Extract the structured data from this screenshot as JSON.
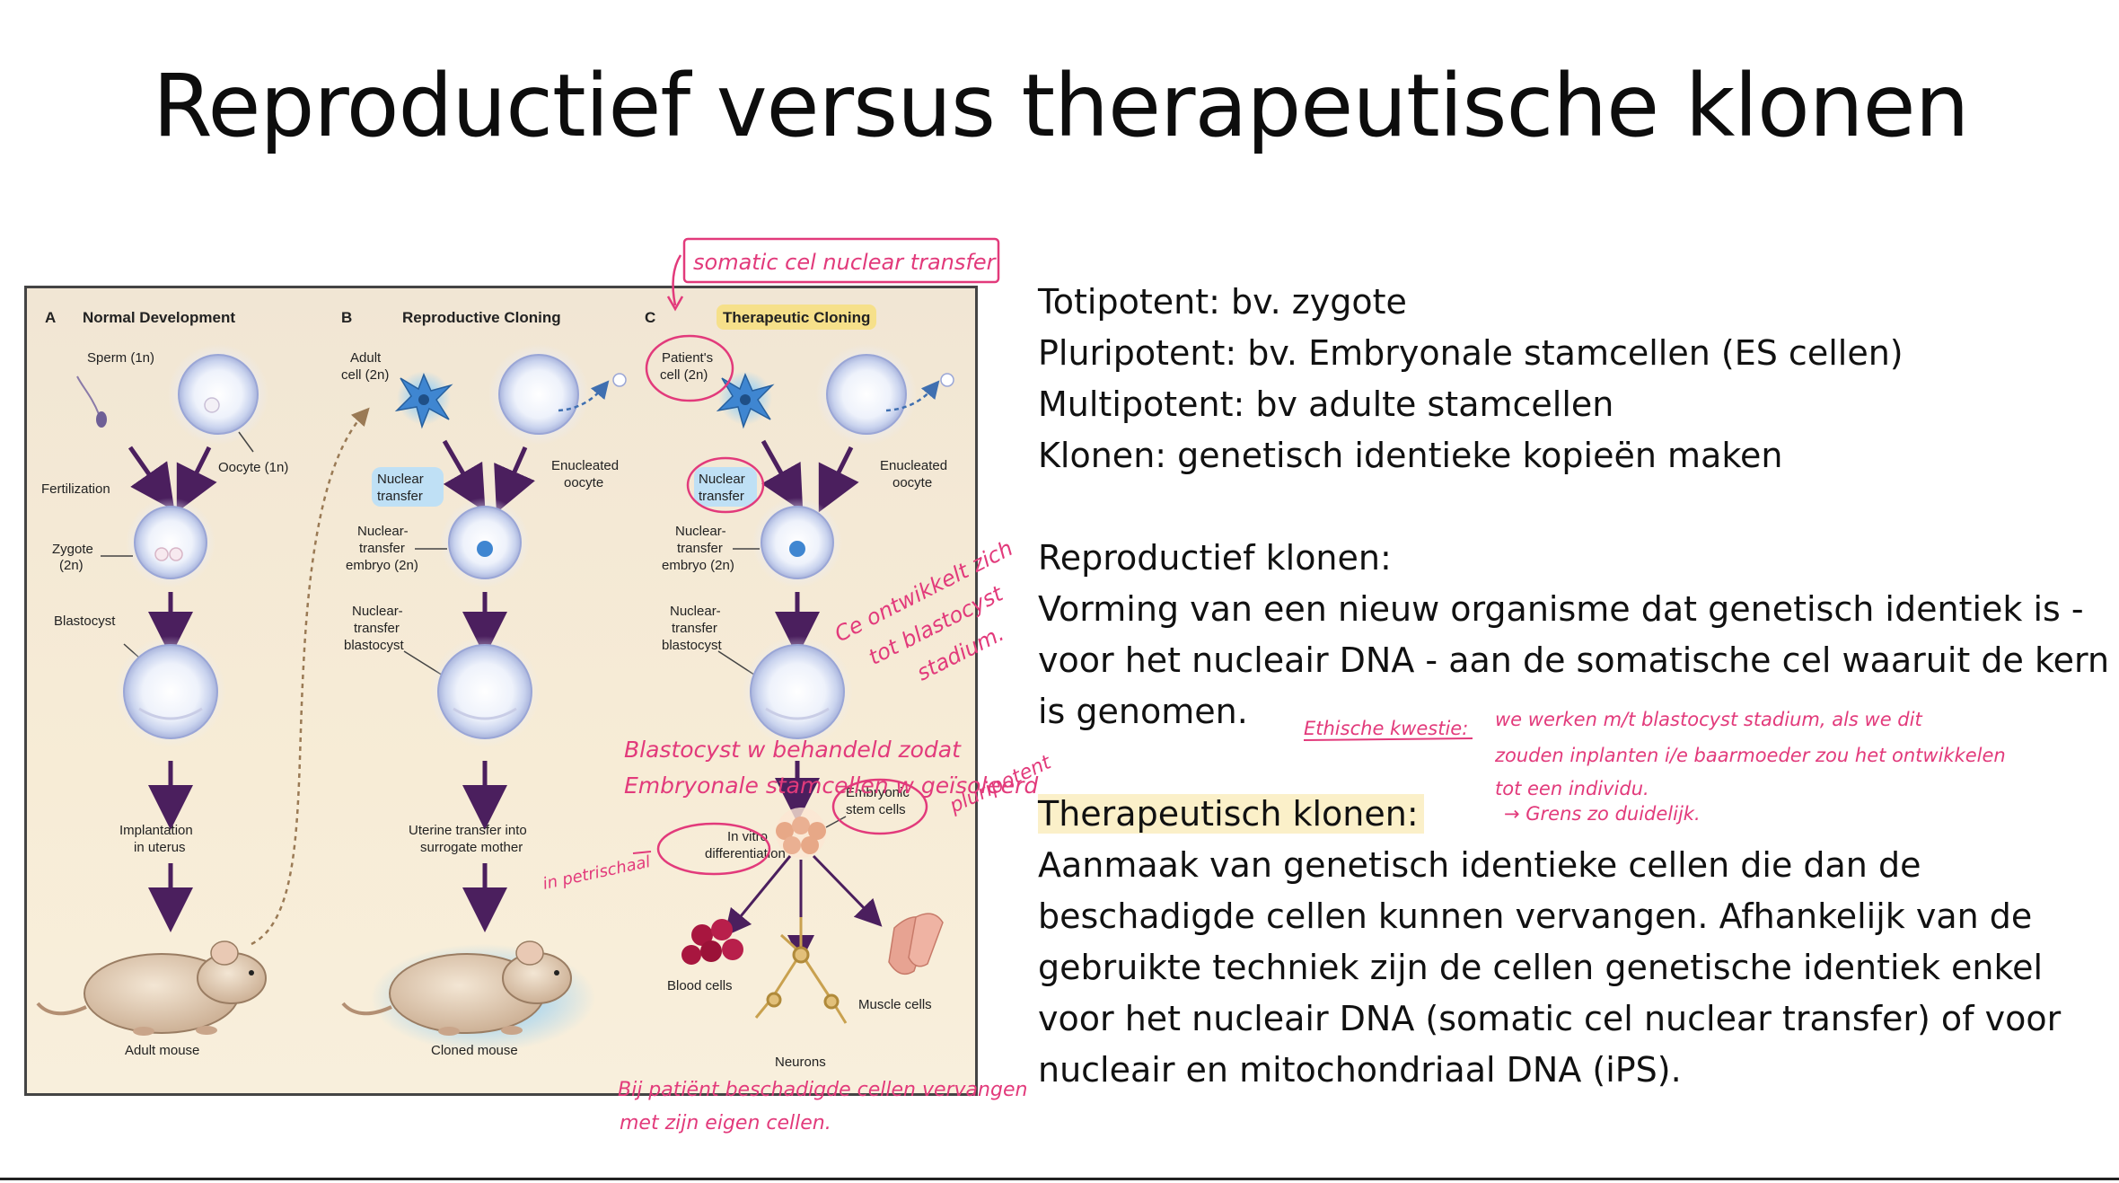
{
  "slide": {
    "title": "Reproductief versus therapeutische klonen"
  },
  "figure": {
    "panel_a": {
      "letter": "A",
      "heading": "Normal Development"
    },
    "panel_b": {
      "letter": "B",
      "heading": "Reproductive Cloning"
    },
    "panel_c": {
      "letter": "C",
      "heading": "Therapeutic Cloning"
    },
    "labels": {
      "sperm": "Sperm (1n)",
      "oocyte": "Oocyte (1n)",
      "fertilization": "Fertilization",
      "zygote_1": "Zygote",
      "zygote_2": "(2n)",
      "blastocyst_a": "Blastocyst",
      "implantation_1": "Implantation",
      "implantation_2": "in uterus",
      "adult_mouse": "Adult mouse",
      "adult_cell_1": "Adult",
      "adult_cell_2": "cell (2n)",
      "nuclear_transfer_b_1": "Nuclear",
      "nuclear_transfer_b_2": "transfer",
      "enucleated_b_1": "Enucleated",
      "enucleated_b_2": "oocyte",
      "nt_embryo_b_1": "Nuclear-",
      "nt_embryo_b_2": "transfer",
      "nt_embryo_b_3": "embryo (2n)",
      "nt_blast_b_1": "Nuclear-",
      "nt_blast_b_2": "transfer",
      "nt_blast_b_3": "blastocyst",
      "uterine_1": "Uterine transfer into",
      "uterine_2": "surrogate mother",
      "cloned_mouse": "Cloned mouse",
      "patient_cell_1": "Patient's",
      "patient_cell_2": "cell (2n)",
      "nuclear_transfer_c_1": "Nuclear",
      "nuclear_transfer_c_2": "transfer",
      "enucleated_c_1": "Enucleated",
      "enucleated_c_2": "oocyte",
      "nt_embryo_c_1": "Nuclear-",
      "nt_embryo_c_2": "transfer",
      "nt_embryo_c_3": "embryo (2n)",
      "nt_blast_c_1": "Nuclear-",
      "nt_blast_c_2": "transfer",
      "nt_blast_c_3": "blastocyst",
      "embryonic_1": "Embryonic",
      "embryonic_2": "stem cells",
      "in_vitro_1": "In vitro",
      "in_vitro_2": "differentiation",
      "blood_cells": "Blood cells",
      "neurons": "Neurons",
      "muscle_cells": "Muscle cells"
    },
    "colors": {
      "arrow": "#4b1f5e",
      "cell_blue": "#3f86d1",
      "highlight_yellow": "#f6e08a",
      "highlight_blue": "#bfe0f5"
    }
  },
  "body_text": {
    "line1": "Totipotent: bv. zygote",
    "line2": "Pluripotent: bv. Embryonale stamcellen (ES cellen)",
    "line3": "Multipotent: bv adulte stamcellen",
    "line4": "Klonen: genetisch identieke kopieën maken",
    "repro_heading": "Reproductief klonen:",
    "repro_1": "Vorming van een nieuw organisme dat genetisch identiek is -",
    "repro_2": "voor het nucleair DNA - aan de somatische cel waaruit de kern",
    "repro_3": "is genomen.",
    "thera_heading": "Therapeutisch klonen:",
    "thera_1": "Aanmaak van genetisch identieke cellen die dan de",
    "thera_2": "beschadigde cellen kunnen vervangen. Afhankelijk van de",
    "thera_3": "gebruikte techniek zijn de cellen genetische identiek enkel",
    "thera_4": "voor het nucleair DNA  (somatic cel nuclear transfer) of voor",
    "thera_5": "nucleair en mitochondriaal DNA (iPS)."
  },
  "annotations": {
    "scnt": "somatic cel nuclear transfer",
    "ontwikkelt_1": "Ce ontwikkelt zich",
    "ontwikkelt_2": "tot blastocyst",
    "ontwikkelt_3": "stadium.",
    "blastocyst_1": "Blastocyst w behandeld zodat",
    "blastocyst_2": "Embryonale stamcellen w geïsoleerd",
    "pluripotent": "pluripotent",
    "ex_petrischaal": "in petrischaal",
    "patient_1": "Bij patiënt beschadigde cellen vervangen",
    "patient_2": "met zijn eigen cellen.",
    "ethisch_label": "Ethische kwestie:",
    "ethisch_1": "we werken m/t blastocyst stadium, als we dit",
    "ethisch_2": "zouden inplanten i/e baarmoeder zou het ontwikkelen",
    "ethisch_3": "tot een individu.",
    "ethisch_4": "→ Grens zo duidelijk."
  }
}
